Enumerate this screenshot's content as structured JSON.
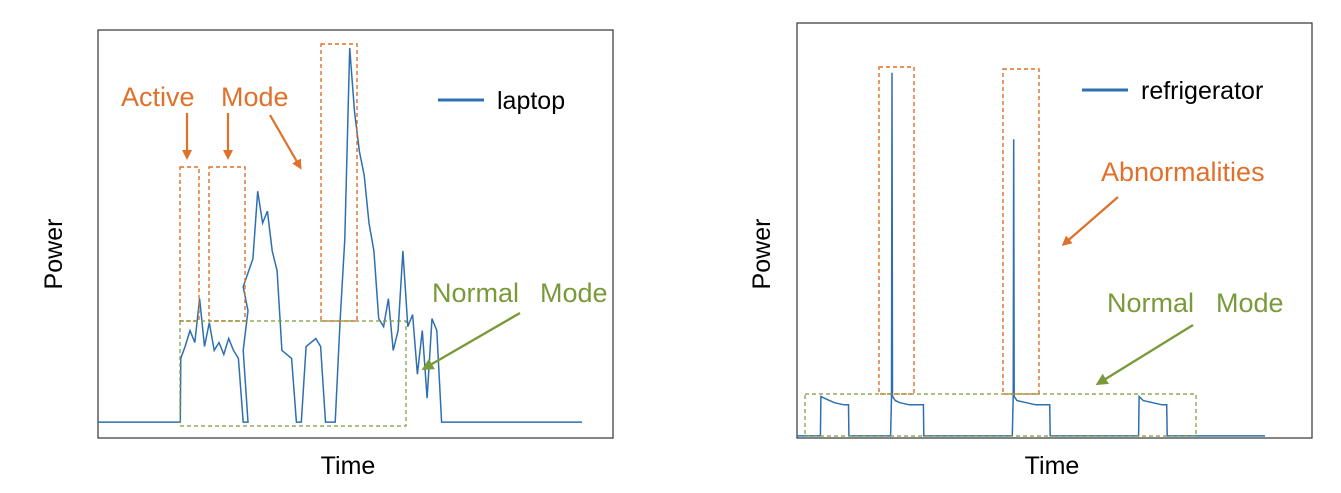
{
  "colors": {
    "series": "#2e6fb0",
    "active_annotation": "#e0702a",
    "normal_annotation": "#7a9a3a",
    "frame": "#333333"
  },
  "chart_data": [
    {
      "type": "line",
      "title": "",
      "xlabel": "Time",
      "ylabel": "Power",
      "legend": {
        "position": "top-right",
        "entries": [
          "laptop"
        ]
      },
      "grid": false,
      "xlim": [
        0,
        1
      ],
      "ylim": [
        0,
        1
      ],
      "series": [
        {
          "name": "laptop",
          "x": [
            0.0,
            0.17,
            0.171,
            0.18,
            0.19,
            0.2,
            0.21,
            0.22,
            0.23,
            0.24,
            0.25,
            0.26,
            0.27,
            0.28,
            0.29,
            0.3,
            0.31,
            0.3,
            0.31,
            0.3,
            0.32,
            0.33,
            0.34,
            0.35,
            0.36,
            0.37,
            0.38,
            0.39,
            0.4,
            0.41,
            0.42,
            0.43,
            0.44,
            0.45,
            0.46,
            0.47,
            0.48,
            0.49,
            0.5,
            0.51,
            0.52,
            0.53,
            0.54,
            0.55,
            0.56,
            0.57,
            0.58,
            0.59,
            0.6,
            0.61,
            0.62,
            0.63,
            0.64,
            0.65,
            0.66,
            0.67,
            0.68,
            0.69,
            0.7,
            0.71,
            0.72,
            1.0
          ],
          "y": [
            0.04,
            0.04,
            0.2,
            0.23,
            0.27,
            0.24,
            0.35,
            0.23,
            0.29,
            0.22,
            0.24,
            0.21,
            0.25,
            0.22,
            0.2,
            0.04,
            0.04,
            0.22,
            0.32,
            0.38,
            0.45,
            0.62,
            0.54,
            0.57,
            0.47,
            0.42,
            0.22,
            0.21,
            0.2,
            0.04,
            0.04,
            0.23,
            0.24,
            0.25,
            0.23,
            0.04,
            0.04,
            0.04,
            0.29,
            0.5,
            0.98,
            0.82,
            0.72,
            0.66,
            0.54,
            0.47,
            0.3,
            0.28,
            0.35,
            0.22,
            0.27,
            0.47,
            0.28,
            0.31,
            0.16,
            0.27,
            0.1,
            0.3,
            0.27,
            0.04,
            0.04,
            0.04
          ]
        }
      ],
      "annotations": {
        "active_label_1": "Active",
        "active_label_2": "Mode",
        "normal_label_1": "Normal",
        "normal_label_2": "Mode"
      }
    },
    {
      "type": "line",
      "title": "",
      "xlabel": "Time",
      "ylabel": "Power",
      "legend": {
        "position": "top-right",
        "entries": [
          "refrigerator"
        ]
      },
      "grid": false,
      "xlim": [
        0,
        1
      ],
      "ylim": [
        0,
        1
      ],
      "series": [
        {
          "name": "refrigerator",
          "x": [
            0.0,
            0.05,
            0.051,
            0.06,
            0.08,
            0.1,
            0.11,
            0.111,
            0.2,
            0.202,
            0.203,
            0.204,
            0.21,
            0.22,
            0.24,
            0.26,
            0.27,
            0.271,
            0.46,
            0.462,
            0.463,
            0.464,
            0.47,
            0.49,
            0.51,
            0.53,
            0.54,
            0.541,
            0.73,
            0.731,
            0.74,
            0.76,
            0.78,
            0.79,
            0.791,
            1.0
          ],
          "y": [
            0.005,
            0.005,
            0.1,
            0.095,
            0.085,
            0.08,
            0.08,
            0.005,
            0.005,
            0.1,
            0.88,
            0.1,
            0.09,
            0.085,
            0.08,
            0.08,
            0.08,
            0.005,
            0.005,
            0.1,
            0.72,
            0.1,
            0.09,
            0.085,
            0.08,
            0.08,
            0.08,
            0.005,
            0.005,
            0.1,
            0.09,
            0.085,
            0.08,
            0.08,
            0.005,
            0.005
          ]
        }
      ],
      "annotations": {
        "abnormal_label": "Abnormalities",
        "normal_label_1": "Normal",
        "normal_label_2": "Mode"
      }
    }
  ]
}
